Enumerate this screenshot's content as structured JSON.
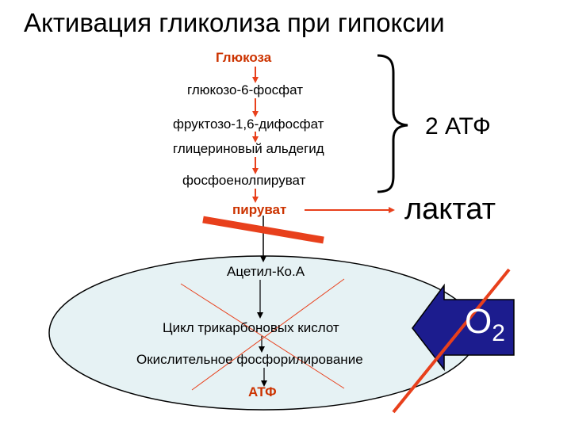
{
  "title": "Активация гликолиза при гипоксии",
  "steps": {
    "glucose": "Глюкоза",
    "g6p": "глюкозо-6-фосфат",
    "f16bp": "фруктозо-1,6-дифосфат",
    "glyceraldehyde": "глицериновый альдегид",
    "pep": "фосфоенолпируват",
    "pyruvate": "пируват"
  },
  "atp_yield": "2 АТФ",
  "lactate": "лактат",
  "mitochondrion": {
    "acetyl": "Ацетил-Ко.А",
    "tca": "Цикл трикарбоновых кислот",
    "oxphos": "Окислительное фосфорилирование",
    "atp": "АТФ"
  },
  "oxygen": {
    "symbol": "O",
    "subscript": "2"
  },
  "colors": {
    "arrow_red": "#e8401c",
    "mito_fill": "#e6f2f4",
    "oxygen_arrow": "#1c1c8e",
    "cross_red": "#e8401c"
  }
}
